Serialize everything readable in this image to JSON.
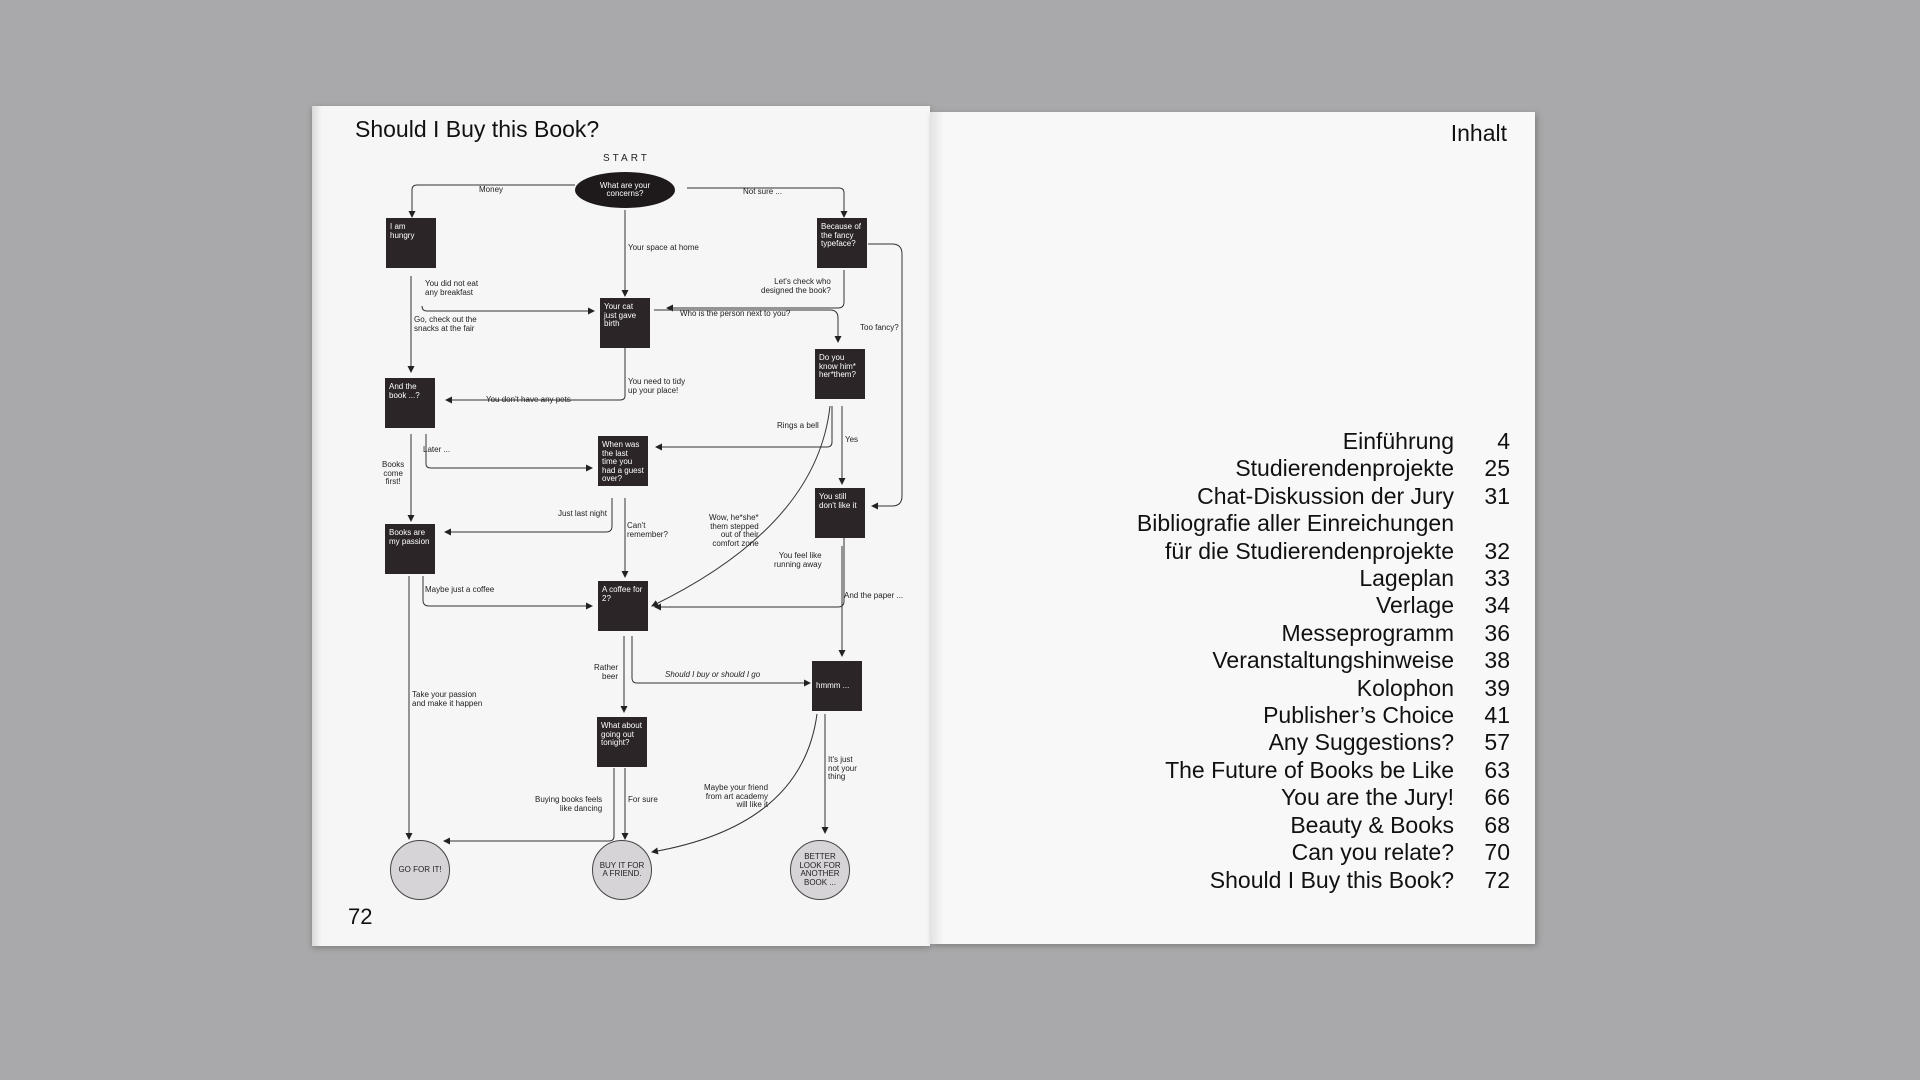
{
  "left_page": {
    "title": "Should I Buy this Book?",
    "page_number": "72"
  },
  "right_page": {
    "title": "Inhalt",
    "toc": [
      {
        "title": "Einführung",
        "page": "4"
      },
      {
        "title": "Studierendenprojekte",
        "page": "25"
      },
      {
        "title": "Chat-Diskussion der Jury",
        "page": "31"
      },
      {
        "title": "Bibliografie aller Einreichungen",
        "title2": "für die Studierendenprojekte",
        "page": "32"
      },
      {
        "title": "Lageplan",
        "page": "33"
      },
      {
        "title": "Verlage",
        "page": "34"
      },
      {
        "title": "Messeprogramm",
        "page": "36"
      },
      {
        "title": "Veranstaltungshinweise",
        "page": "38"
      },
      {
        "title": "Kolophon",
        "page": "39"
      },
      {
        "title": "Publisher’s Choice",
        "page": "41"
      },
      {
        "title": "Any Suggestions?",
        "page": "57"
      },
      {
        "title": "The Future of Books be Like",
        "page": "63"
      },
      {
        "title": "You are the Jury!",
        "page": "66"
      },
      {
        "title": "Beauty & Books",
        "page": "68"
      },
      {
        "title": "Can you relate?",
        "page": "70"
      },
      {
        "title": "Should I Buy this Book?",
        "page": "72"
      }
    ]
  },
  "flowchart": {
    "start": "START",
    "nodes": {
      "concerns": "What are your concerns?",
      "hungry": "I am hungry",
      "typeface": "Because of the fancy typeface?",
      "cat": "Your cat just gave birth",
      "know": "Do you know him* her*them?",
      "andbook": "And the book ...?",
      "lastguest": "When was the last time you had a guest over?",
      "stilllike": "You still don't like it",
      "passion": "Books are my passion",
      "coffee": "A coffee for 2?",
      "hmmm": "hmmm ...",
      "goingout": "What about going out tonight?",
      "goforit": "GO FOR IT!",
      "friend": "BUY IT FOR A FRIEND.",
      "better": "BETTER LOOK FOR ANOTHER BOOK ..."
    },
    "labels": {
      "money": "Money",
      "notsure": "Not sure ...",
      "space": "Your space at home",
      "breakfast": "You did not eat\nany breakfast",
      "snacks": "Go, check out the\nsnacks at the fair",
      "checkwho": "Let's check who\ndesigned the book?",
      "toofancy": "Too fancy?",
      "nextto": "Who is the person next to you?",
      "tidy": "You need to tidy\nup your place!",
      "pets": "You don't have any pets",
      "ringsbell": "Rings a bell",
      "yes": "Yes",
      "later": "Later ...",
      "comefirst": "Books\ncome\nfirst!",
      "lastnight": "Just last night",
      "cantremember": "Can't\nremember?",
      "wow": "Wow, he*she*\nthem stepped\nout of their\ncomfort zone",
      "feellike": "You feel like\nrunning away",
      "paper": "And the paper ...",
      "maybecoffee": "Maybe just a coffee",
      "ratherbeer": "Rather\nbeer",
      "shouldi": "Should I buy or should I go",
      "takepassion": "Take your passion\nand make it happen",
      "notyour": "It's just\nnot your\nthing",
      "artacademy": "Maybe your friend\nfrom art academy\nwill like it",
      "dancing": "Buying books feels\nlike dancing",
      "forsure": "For sure"
    }
  }
}
